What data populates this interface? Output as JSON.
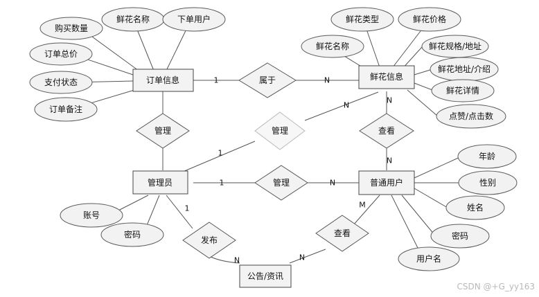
{
  "entities": {
    "order": "订单信息",
    "flower": "鲜花信息",
    "admin": "管理员",
    "user": "普通用户",
    "notice": "公告/资讯"
  },
  "relationships": {
    "belongs": "属于",
    "manage_order": "管理",
    "manage_flower": "管理",
    "view_flower": "查看",
    "manage_user": "管理",
    "publish": "发布",
    "view_notice": "查看"
  },
  "attributes": {
    "order": [
      "购买数量",
      "鲜花名称",
      "下单用户",
      "订单总价",
      "支付状态",
      "订单备注"
    ],
    "flower": [
      "鲜花类型",
      "鲜花价格",
      "鲜花名称",
      "鲜花规格/地址",
      "鲜花地址/介绍",
      "鲜花详情",
      "点赞/点击数"
    ],
    "user": [
      "年龄",
      "性别",
      "姓名",
      "密码",
      "用户名"
    ],
    "admin": [
      "账号",
      "密码"
    ]
  },
  "cardinalities": {
    "order_belongs": "1",
    "flower_belongs": "N",
    "flower_manage": "N",
    "admin_manage_flower": "1",
    "flower_view": "N",
    "user_view_flower": "N",
    "admin_manage_user": "1",
    "user_manage": "N",
    "user_view_notice": "M",
    "admin_publish": "1",
    "notice_publish": "N",
    "notice_view": "N"
  },
  "watermark": "CSDN @+G_yy163"
}
